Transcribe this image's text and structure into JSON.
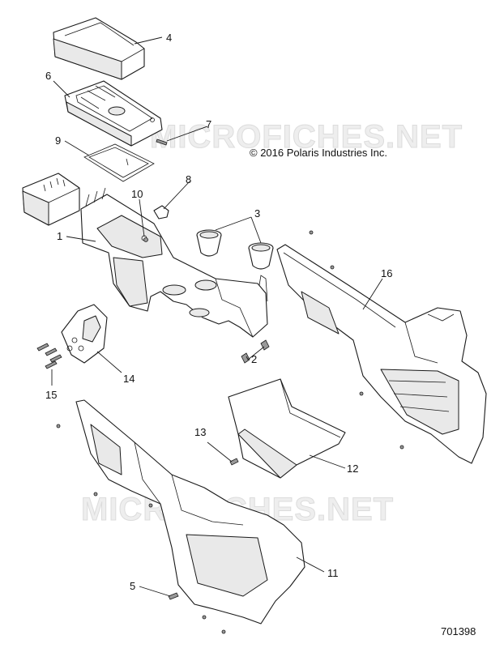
{
  "copyright": "© 2016 Polaris Industries Inc.",
  "watermark": "MICROFICHES.NET",
  "reference_number": "701398",
  "callouts": [
    "1",
    "2",
    "3",
    "4",
    "5",
    "6",
    "7",
    "8",
    "9",
    "10",
    "11",
    "12",
    "13",
    "14",
    "15",
    "16"
  ],
  "colors": {
    "line": "#1a1a1a",
    "watermark": "#dcdcdc",
    "background": "#ffffff"
  }
}
